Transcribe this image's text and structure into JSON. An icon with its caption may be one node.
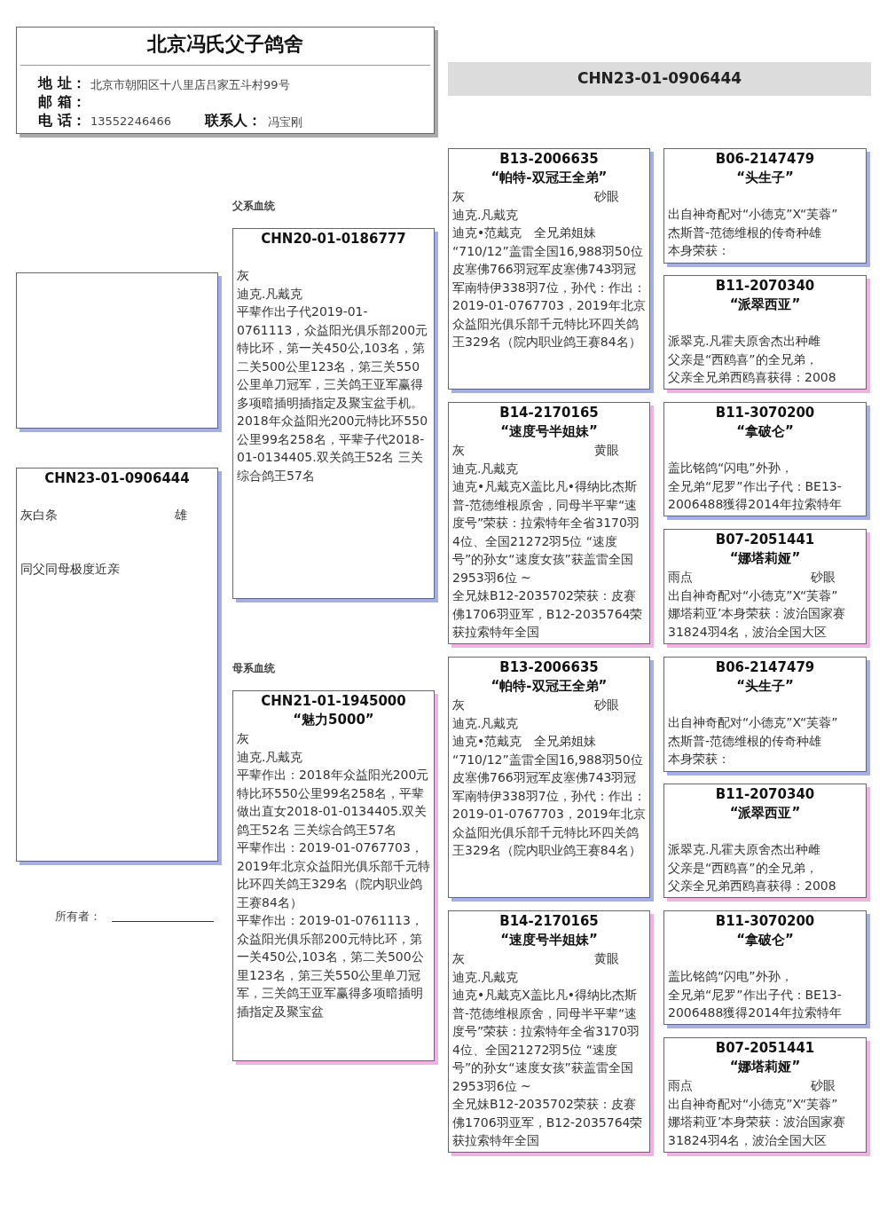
{
  "diagram": {
    "nodes": [
      {
        "text": [
          "北京冯氏父子鸽舍",
          "地 址：",
          "北京市朝阳区十八里店吕家五斗村99号",
          "邮 箱：",
          "电 话：",
          "13552246466",
          "联系人：",
          "冯宝刚"
        ]
      },
      {
        "text": [
          "CHN23-01-0906444"
        ]
      },
      {
        "text": [],
        "shape": "box"
      },
      {
        "text": [
          "CHN23-01-0906444",
          "灰白条",
          "雄",
          "同父同母极度近亲"
        ]
      },
      {
        "text": [
          "CHN20-01-0186777",
          "灰",
          "迪克.凡戴克",
          "平辈作出子代2019-01-0761113，众益阳光俱乐部200元特比环，第一关450公,103名，第二关500公里123名，第三关550公里单刀冠军，三关鸽王亚军赢得多项暗插明插指定及聚宝盆手机。2018年众益阳光200元特比环550公里99名258名，平辈子代2018-01-0134405.双关鸽王52名 三关综合鸽王57名"
        ]
      },
      {
        "text": [
          "CHN21-01-1945000",
          "“魅力5000”",
          "灰",
          "迪克.凡戴克",
          "平辈作出：2018年众益阳光200元特比环550公里99名258名，平辈做出直女2018-01-0134405.双关鸽王52名 三关综合鸽王57名",
          "平辈作出：2019-01-0767703，2019年北京众益阳光俱乐部千元特比环四关鸽王329名（院内职业鸽王赛84名）",
          "平辈作出：2019-01-0761113，众益阳光俱乐部200元特比环，第一关450公,103名，第二关500公里123名，第三关550公里单刀冠军，三关鸽王亚军赢得多项暗插明插指定及聚宝盆"
        ]
      },
      {
        "text": [
          "B13-2006635",
          "“帕特-双冠王全弟”",
          "灰",
          "砂眼",
          "迪克.凡戴克",
          "迪克•范戴克　全兄弟姐妹",
          "“710/12”盖雷全国16,988羽50位皮塞佛766羽冠军皮塞佛743羽冠军南特伊338羽7位，孙代：作出：2019-01-0767703，2019年北京众益阳光俱乐部千元特比环四关鸽王329名（院内职业鸽王赛84名）"
        ]
      },
      {
        "text": [
          "B14-2170165",
          "“速度号半姐妹”",
          "灰",
          "黄眼",
          "迪克.凡戴克",
          "迪克•凡戴克X盖比凡•得纳比杰斯普-范德维根原舍，同母半平辈“速度号”荣获：拉索特年全省3170羽4位、全国21272羽5位 “速度号”的孙女“速度女孩”获盖雷全国2953羽6位 ~",
          "全兄妹B12-2035702荣获：皮赛佛1706羽亚军，B12-2035764荣获拉索特年全国"
        ]
      },
      {
        "text": [
          "B06-2147479",
          "“头生子”",
          "出自神奇配对“小德克”X“芙蓉”",
          "杰斯普-范德维根的传奇种雄",
          "本身荣获："
        ]
      },
      {
        "text": [
          "B11-2070340",
          "“派翠西亚”",
          "派翠克.凡霍夫原舍杰出种雌",
          "父亲是“西鸥喜”的全兄弟，",
          "父亲全兄弟西鸥喜获得：2008"
        ]
      },
      {
        "text": [
          "B11-3070200",
          "“拿破仑”",
          "盖比铭鸽“闪电”外孙，",
          "全兄弟“尼罗”作出子代：BE13-2006488獲得2014年拉索特年"
        ]
      },
      {
        "text": [
          "B07-2051441",
          "“娜塔莉娅”",
          "雨点",
          "砂眼",
          "出自神奇配对“小德克”X“芙蓉”",
          "娜塔莉亚’本身荣获：波治国家赛31824羽4名，波治全国大区"
        ]
      },
      {
        "text": [
          "B13-2006635",
          "“帕特-双冠王全弟”",
          "灰",
          "砂眼",
          "迪克.凡戴克",
          "迪克•范戴克　全兄弟姐妹",
          "“710/12”盖雷全国16,988羽50位皮塞佛766羽冠军皮塞佛743羽冠军南特伊338羽7位，孙代：作出：2019-01-0767703，2019年北京众益阳光俱乐部千元特比环四关鸽王329名（院内职业鸽王赛84名）"
        ]
      },
      {
        "text": [
          "B14-2170165",
          "“速度号半姐妹”",
          "灰",
          "黄眼",
          "迪克.凡戴克",
          "迪克•凡戴克X盖比凡•得纳比杰斯普-范德维根原舍，同母半平辈“速度号”荣获：拉索特年全省3170羽4位、全国21272羽5位 “速度号”的孙女“速度女孩”获盖雷全国2953羽6位 ~",
          "全兄妹B12-2035702荣获：皮赛佛1706羽亚军，B12-2035764荣获拉索特年全国"
        ]
      },
      {
        "text": [
          "B06-2147479",
          "“头生子”",
          "出自神奇配对“小德克”X“芙蓉”",
          "杰斯普-范德维根的传奇种雄",
          "本身荣获："
        ]
      },
      {
        "text": [
          "B11-2070340",
          "“派翠西亚”",
          "派翠克.凡霍夫原舍杰出种雌",
          "父亲是“西鸥喜”的全兄弟，",
          "父亲全兄弟西鸥喜获得：2008"
        ]
      },
      {
        "text": [
          "B11-3070200",
          "“拿破仑”",
          "盖比铭鸽“闪电”外孙，",
          "全兄弟“尼罗”作出子代：BE13-2006488獲得2014年拉索特年"
        ]
      },
      {
        "text": [
          "B07-2051441",
          "“娜塔莉娅”",
          "雨点",
          "砂眼",
          "出自神奇配对“小德克”X“芙蓉”",
          "娜塔莉亚’本身荣获：波治国家赛31824羽4名，波治全国大区"
        ]
      }
    ],
    "labels": [
      "父系血统",
      "母系血统",
      "所有者："
    ]
  }
}
